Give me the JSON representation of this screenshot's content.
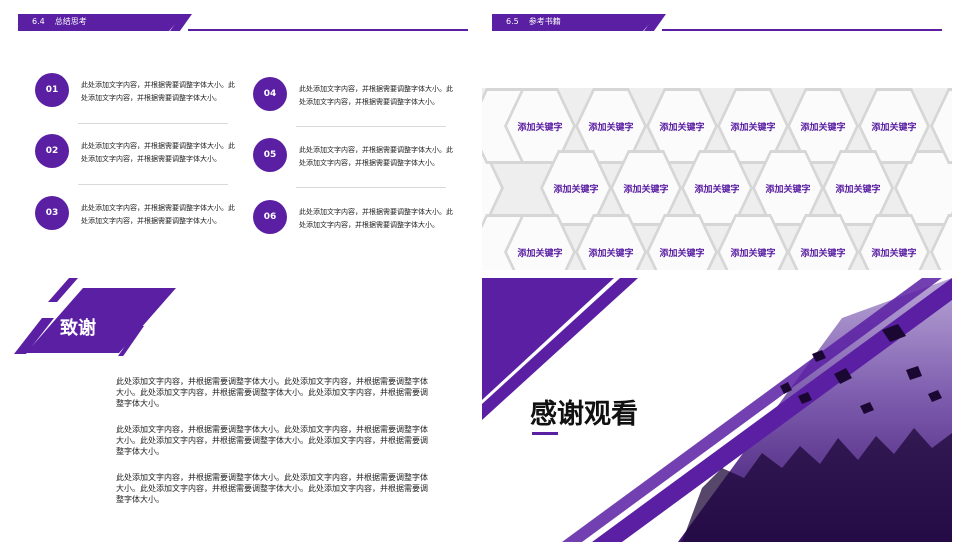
{
  "slide1": {
    "section_number": "6.4",
    "section_title": "总结思考",
    "items": [
      {
        "num": "01",
        "text": "此处添加文字内容，并根据需要调整字体大小。此处添加文字内容，并根据需要调整字体大小。"
      },
      {
        "num": "02",
        "text": "此处添加文字内容，并根据需要调整字体大小。此处添加文字内容，并根据需要调整字体大小。"
      },
      {
        "num": "03",
        "text": "此处添加文字内容，并根据需要调整字体大小。此处添加文字内容，并根据需要调整字体大小。"
      },
      {
        "num": "04",
        "text": "此处添加文字内容，并根据需要调整字体大小。此处添加文字内容，并根据需要调整字体大小。"
      },
      {
        "num": "05",
        "text": "此处添加文字内容，并根据需要调整字体大小。此处添加文字内容，并根据需要调整字体大小。"
      },
      {
        "num": "06",
        "text": "此处添加文字内容，并根据需要调整字体大小。此处添加文字内容，并根据需要调整字体大小。"
      }
    ]
  },
  "slide2": {
    "section_number": "6.5",
    "section_title": "参考书籍",
    "keywords": [
      "添加关键字",
      "添加关键字",
      "添加关键字",
      "添加关键字",
      "添加关键字",
      "添加关键字",
      "添加关键字",
      "添加关键字",
      "添加关键字",
      "添加关键字",
      "添加关键字",
      "添加关键字",
      "添加关键字",
      "添加关键字",
      "添加关键字",
      "添加关键字",
      "添加关键字"
    ]
  },
  "slide3": {
    "title": "致谢",
    "paragraphs": [
      "此处添加文字内容，并根据需要调整字体大小。此处添加文字内容，并根据需要调整字体大小。此处添加文字内容，并根据需要调整字体大小。此处添加文字内容，并根据需要调整字体大小。",
      "此处添加文字内容，并根据需要调整字体大小。此处添加文字内容，并根据需要调整字体大小。此处添加文字内容，并根据需要调整字体大小。此处添加文字内容，并根据需要调整字体大小。",
      "此处添加文字内容，并根据需要调整字体大小。此处添加文字内容，并根据需要调整字体大小。此处添加文字内容，并根据需要调整字体大小。此处添加文字内容，并根据需要调整字体大小。"
    ]
  },
  "slide4": {
    "title": "感谢观看"
  },
  "colors": {
    "accent": "#5a1fa3",
    "photo_tint": "#4a1a85"
  }
}
